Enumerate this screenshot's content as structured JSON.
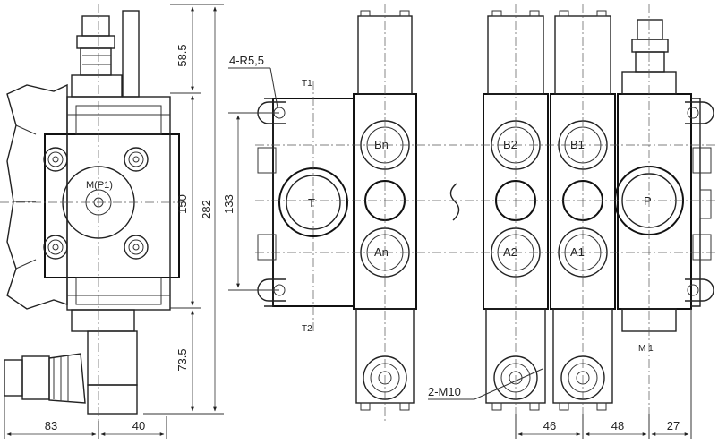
{
  "dimensions": {
    "d_58_5": "58.5",
    "d_150": "150",
    "d_282": "282",
    "d_73_5": "73.5",
    "d_133": "133",
    "d_83": "83",
    "d_40": "40",
    "d_46": "46",
    "d_48": "48",
    "d_27": "27"
  },
  "callouts": {
    "mount_holes": "4-R5,5",
    "bolts": "2-M10"
  },
  "ports": {
    "p1": "M(P1)",
    "t1": "T1",
    "t2": "T2",
    "t": "T",
    "bn": "Bn",
    "an": "An",
    "b2": "B2",
    "a2": "A2",
    "b1": "B1",
    "a1": "A1",
    "p": "P",
    "m1": "M 1"
  }
}
